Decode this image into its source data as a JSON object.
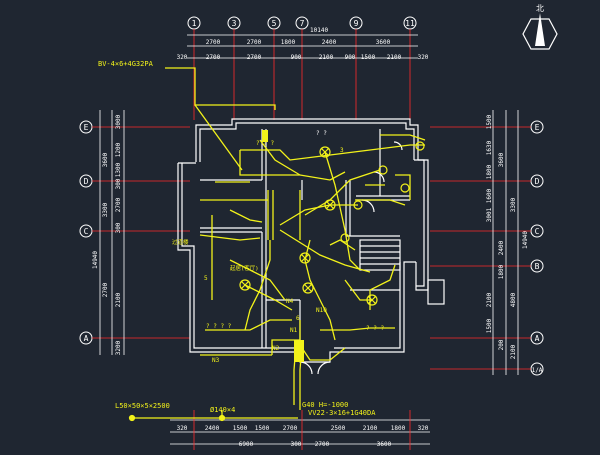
{
  "colors": {
    "background": "#1f2631",
    "wall": "#ffffff",
    "dim": "#ff2a2a",
    "wire": "#f2f21a",
    "label": "#f2f21a",
    "bubble": "#ffffff"
  },
  "north_label": "北",
  "grid_cols": [
    "1",
    "3",
    "5",
    "7",
    "9",
    "11"
  ],
  "grid_rows_left": [
    "E",
    "D",
    "C",
    "A"
  ],
  "grid_rows_right": [
    "E",
    "D",
    "C",
    "B",
    "A",
    "1/A"
  ],
  "top_dims": {
    "total": "10140",
    "row1": [
      "2700",
      "2700",
      "1800",
      "2400",
      "3600"
    ],
    "row2": [
      "320",
      "2700",
      "2700",
      "900",
      "2100",
      "900",
      "1500",
      "2100",
      "320"
    ]
  },
  "bottom_dims": {
    "row1": [
      "320",
      "2400",
      "1500",
      "1500",
      "2700",
      "2500",
      "2100",
      "1800",
      "320"
    ],
    "row2": [
      "6900",
      "300",
      "2700",
      "3600"
    ]
  },
  "left_dims": {
    "outer": [
      "3600",
      "3300",
      "2700",
      "14940"
    ],
    "inner": [
      "3000",
      "1200",
      "1300",
      "300",
      "2700",
      "300",
      "2100",
      "3200"
    ]
  },
  "right_dims": {
    "outer": [
      "3600",
      "3300",
      "2400",
      "1800",
      "4800",
      "14940",
      "2100"
    ],
    "inner": [
      "1500",
      "1630",
      "1800",
      "1600",
      "3001",
      "2100",
      "1500",
      "200"
    ]
  },
  "labels": {
    "cable_top": "BV-4×6+4G32PA",
    "cable_bottom_left": "L50×50×5×2500",
    "rod": "Ø140×4",
    "entry1": "G40 H=-1000",
    "entry2": "VV22-3×16+1G40DA",
    "room_big": "起居(客厅)",
    "side_text": "过道楼",
    "n1": "N1",
    "n2": "N2",
    "n3": "N3",
    "n4": "N4",
    "n10": "N10",
    "q1": "? ? ?",
    "q2": "? ?",
    "q3": "? ? ? ?",
    "q4": "? ? ?",
    "n5": "5",
    "n6": "6",
    "n3b": "3"
  }
}
